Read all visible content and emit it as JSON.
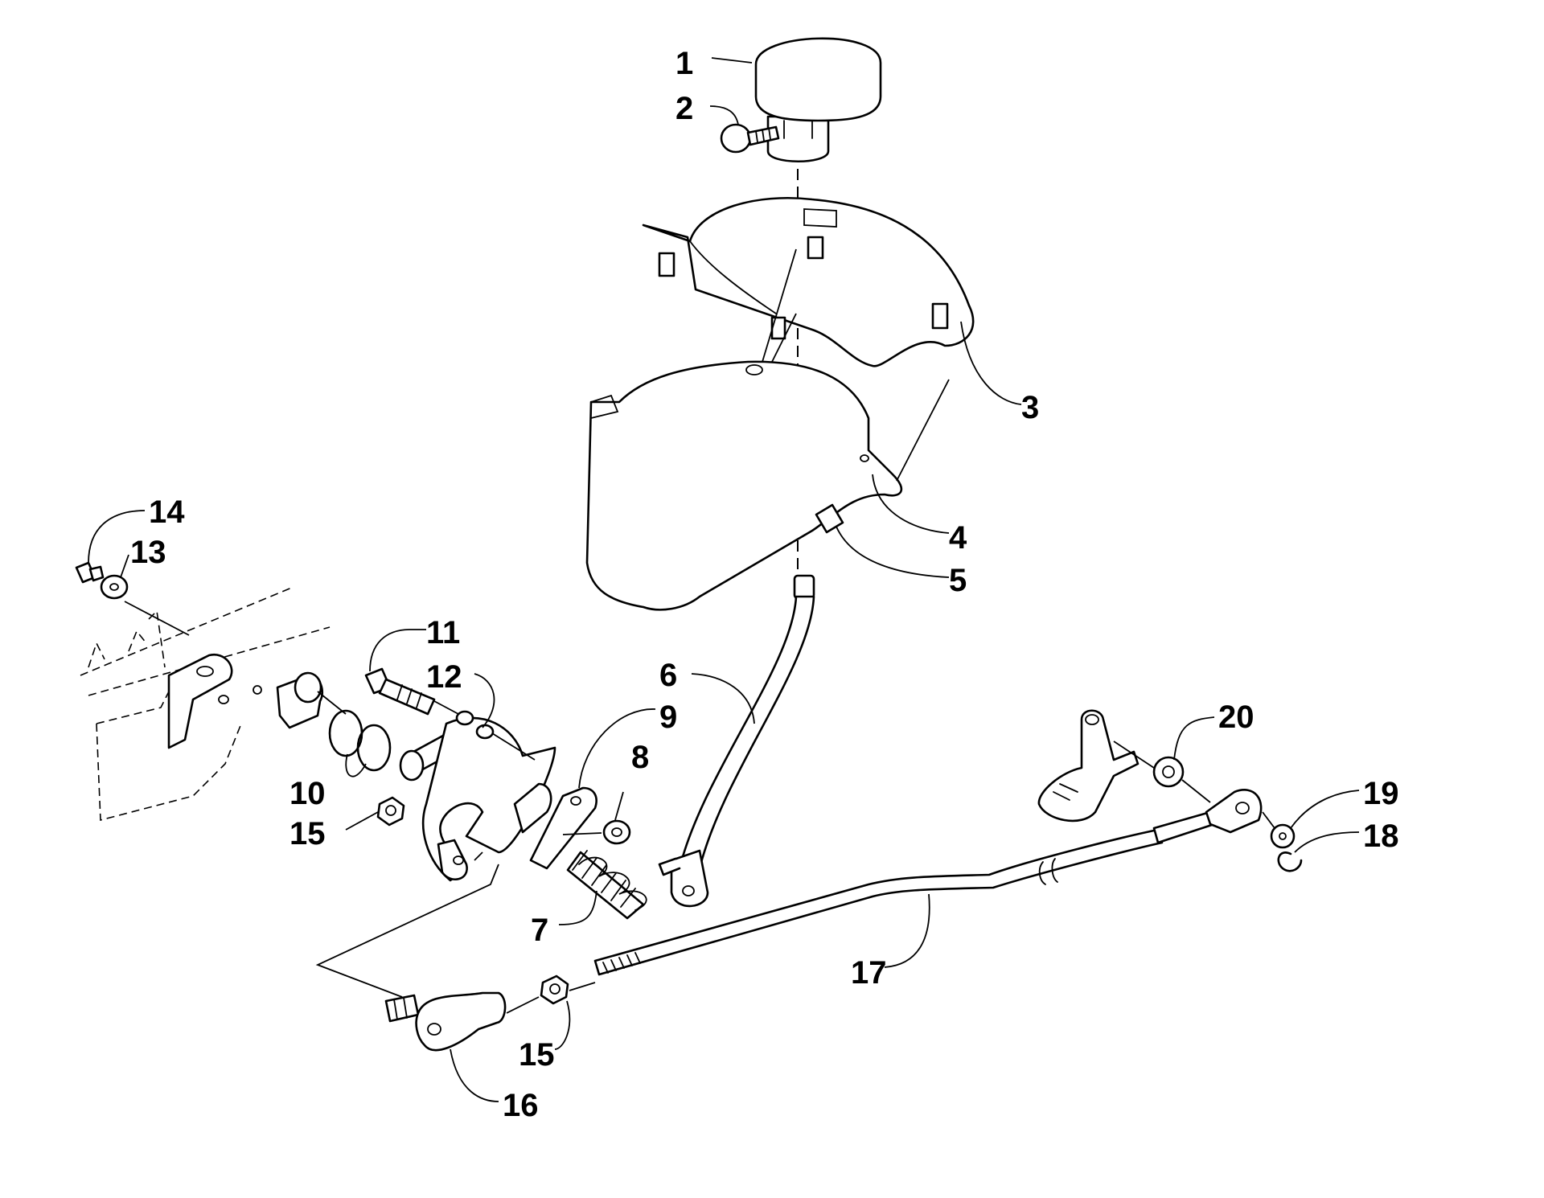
{
  "diagram": {
    "callouts": [
      {
        "id": "1",
        "label": "1"
      },
      {
        "id": "2",
        "label": "2"
      },
      {
        "id": "3",
        "label": "3"
      },
      {
        "id": "4",
        "label": "4"
      },
      {
        "id": "5",
        "label": "5"
      },
      {
        "id": "6",
        "label": "6"
      },
      {
        "id": "7",
        "label": "7"
      },
      {
        "id": "8",
        "label": "8"
      },
      {
        "id": "9",
        "label": "9"
      },
      {
        "id": "10",
        "label": "10"
      },
      {
        "id": "11",
        "label": "11"
      },
      {
        "id": "12",
        "label": "12"
      },
      {
        "id": "13",
        "label": "13"
      },
      {
        "id": "14",
        "label": "14"
      },
      {
        "id": "15a",
        "label": "15"
      },
      {
        "id": "15b",
        "label": "15"
      },
      {
        "id": "16",
        "label": "16"
      },
      {
        "id": "17",
        "label": "17"
      },
      {
        "id": "18",
        "label": "18"
      },
      {
        "id": "19",
        "label": "19"
      },
      {
        "id": "20",
        "label": "20"
      }
    ]
  }
}
